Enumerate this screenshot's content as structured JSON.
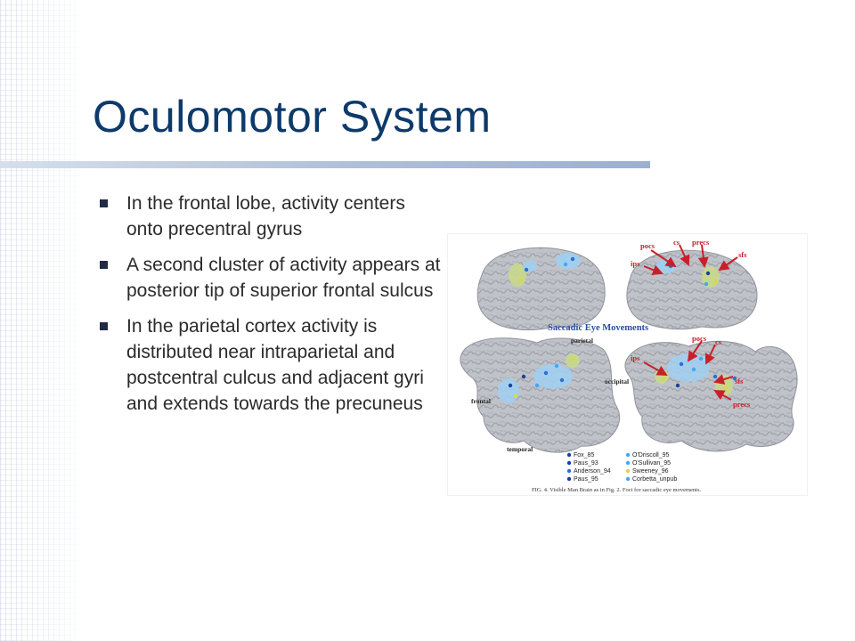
{
  "slide": {
    "title": "Oculomotor System",
    "bullets": [
      "In the frontal lobe, activity centers onto precentral gyrus",
      "A second cluster of activity appears at posterior tip of superior frontal sulcus",
      "In the parietal cortex activity is distributed near intraparietal and postcentral culcus and adjacent gyri and extends towards the precuneus"
    ]
  },
  "figure": {
    "heading": "Saccadic Eye Movements",
    "labels": {
      "pocs_top": "pocs",
      "cs_top": "cs",
      "precs_top": "precs",
      "ips_top": "ips",
      "sfs_top": "sfs",
      "parietal": "parietal",
      "occipital": "occipital",
      "frontal": "frontal",
      "temporal": "temporal",
      "pocs_bottom": "pocs",
      "cs_bottom": "cs",
      "ips_bottom": "ips",
      "sfs_bottom": "sfs",
      "precs_bottom": "precs"
    },
    "legend": [
      {
        "name": "Fox_85",
        "color": "#1b3f9e"
      },
      {
        "name": "Paus_93",
        "color": "#1b3f9e"
      },
      {
        "name": "Anderson_94",
        "color": "#2b6fd6"
      },
      {
        "name": "Paus_95",
        "color": "#1b3f9e"
      },
      {
        "name": "O'Driscoll_95",
        "color": "#3fa9f5"
      },
      {
        "name": "O'Sullivan_95",
        "color": "#3fa9f5"
      },
      {
        "name": "Sweeney_96",
        "color": "#d8d84a"
      },
      {
        "name": "Corbetta_unpub",
        "color": "#3fa9f5"
      }
    ],
    "caption": "FIG. 4.   Visible Man Brain as in Fig. 2. Foci for saccadic eye movements.",
    "colors": {
      "brain": "#b9bcc2",
      "arrow": "#c8202a",
      "heading": "#2a4ea0"
    }
  }
}
